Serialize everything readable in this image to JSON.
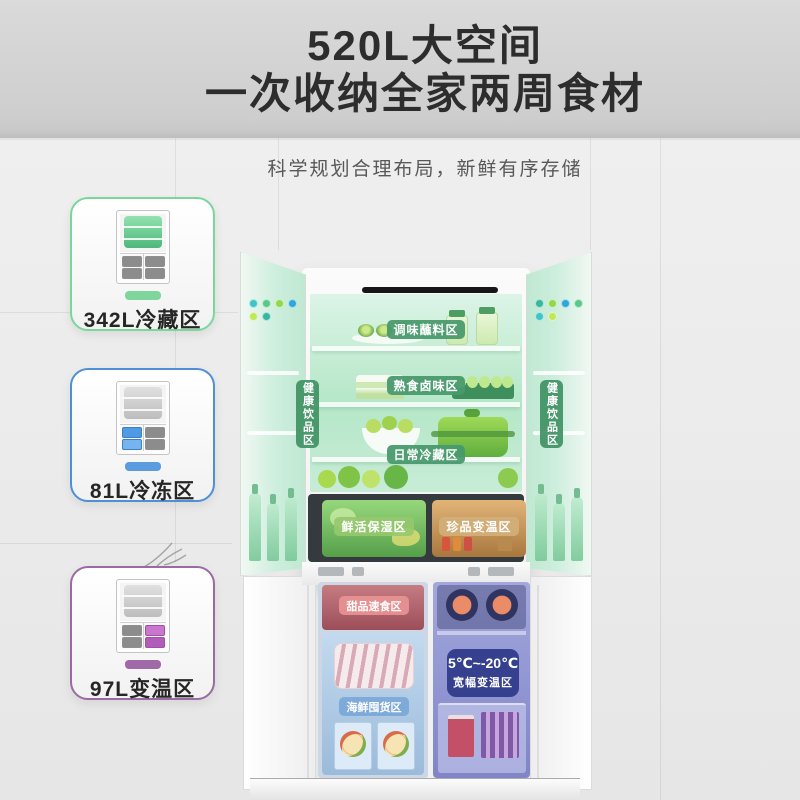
{
  "page": {
    "title_line1": "520L大空间",
    "title_line2": "一次收纳全家两周食材",
    "subtitle": "科学规划合理布局，新鲜有序存储"
  },
  "callouts": [
    {
      "label": "342L冷藏区",
      "zone": "refrigeration",
      "accent": "#79d79d"
    },
    {
      "label": "81L冷冻区",
      "zone": "freezer",
      "accent": "#4f8fd5"
    },
    {
      "label": "97L变温区",
      "zone": "variable-temp",
      "accent": "#9a6aa2"
    }
  ],
  "fridge": {
    "left_door_label": "健康饮品区",
    "right_door_label": "健康饮品区",
    "shelf_zones": [
      {
        "label": "调味蘸料区"
      },
      {
        "label": "熟食卤味区"
      },
      {
        "label": "日常冷藏区"
      }
    ],
    "drawer_zones": [
      {
        "label": "鲜活保湿区"
      },
      {
        "label": "珍品变温区"
      }
    ],
    "freezer_zones": {
      "dessert": "甜品速食区",
      "seafood": "海鲜囤货区",
      "temp_range": "5℃~-20℃",
      "variable": "宽幅变温区"
    }
  },
  "colors": {
    "interior_green": "#b5e7c8",
    "zone_pill_green": "#48996c",
    "drawer_green": "#55a04a",
    "drawer_amber": "#a9773d",
    "dessert_red": "#9c4f59",
    "seafood_blue": "#9bbbdb",
    "freezer_purple": "#8185c7",
    "temp_pill_navy": "#283484"
  }
}
